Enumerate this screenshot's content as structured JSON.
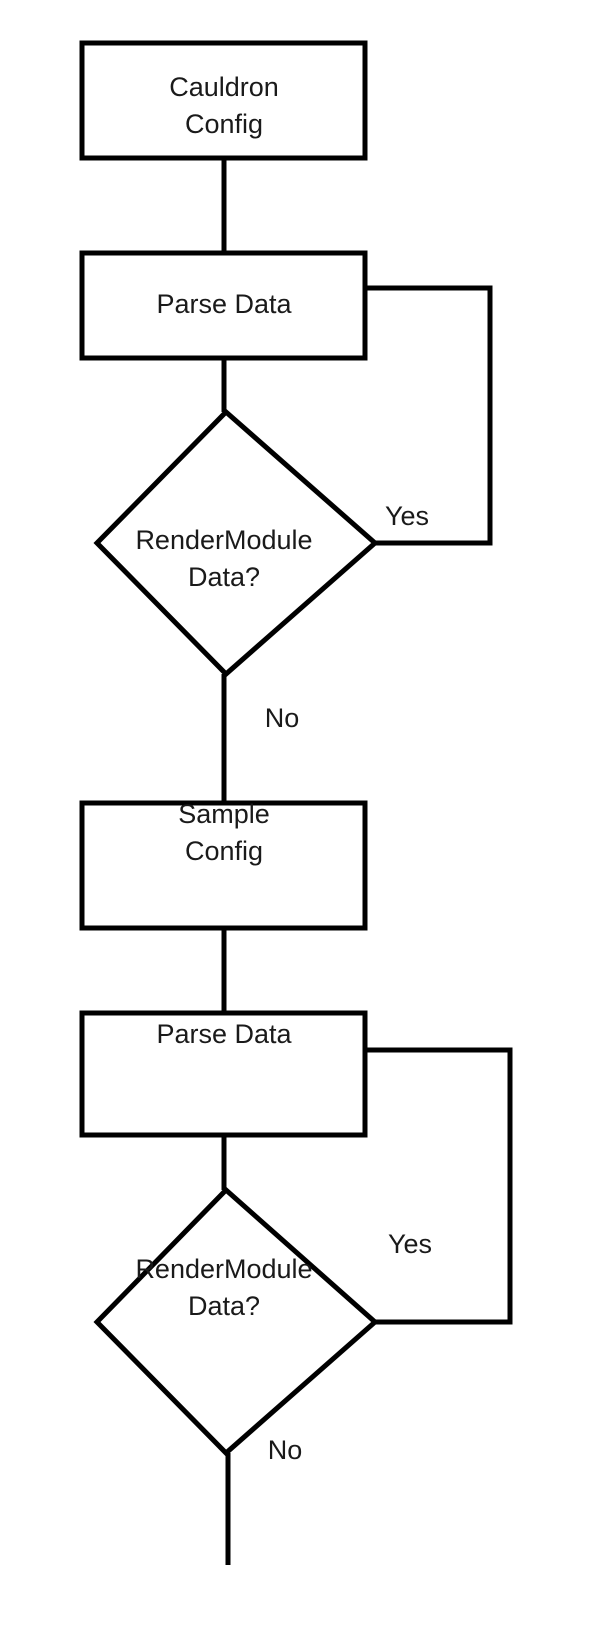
{
  "diagram": {
    "title": "Cauldron configuration parsing flowchart",
    "type": "flowchart",
    "background_color": "#ffffff",
    "line_color": "#000000",
    "text_color": "#1a1a1a",
    "nodes": [
      {
        "id": "cauldron-config",
        "shape": "process",
        "line1": "Cauldron",
        "line2": "Config"
      },
      {
        "id": "parse-data-1",
        "shape": "process",
        "line1": "Parse Data",
        "line2": ""
      },
      {
        "id": "render-module-data-1",
        "shape": "decision",
        "line1": "RenderModule",
        "line2": "Data?"
      },
      {
        "id": "sample-config",
        "shape": "process",
        "line1": "Sample",
        "line2": "Config"
      },
      {
        "id": "parse-data-2",
        "shape": "process",
        "line1": "Parse Data",
        "line2": ""
      },
      {
        "id": "render-module-data-2",
        "shape": "decision",
        "line1": "RenderModule",
        "line2": "Data?"
      }
    ],
    "edge_labels": [
      {
        "id": "yes-1",
        "text": "Yes"
      },
      {
        "id": "no-1",
        "text": "No"
      },
      {
        "id": "yes-2",
        "text": "Yes"
      },
      {
        "id": "no-2",
        "text": "No"
      }
    ]
  }
}
